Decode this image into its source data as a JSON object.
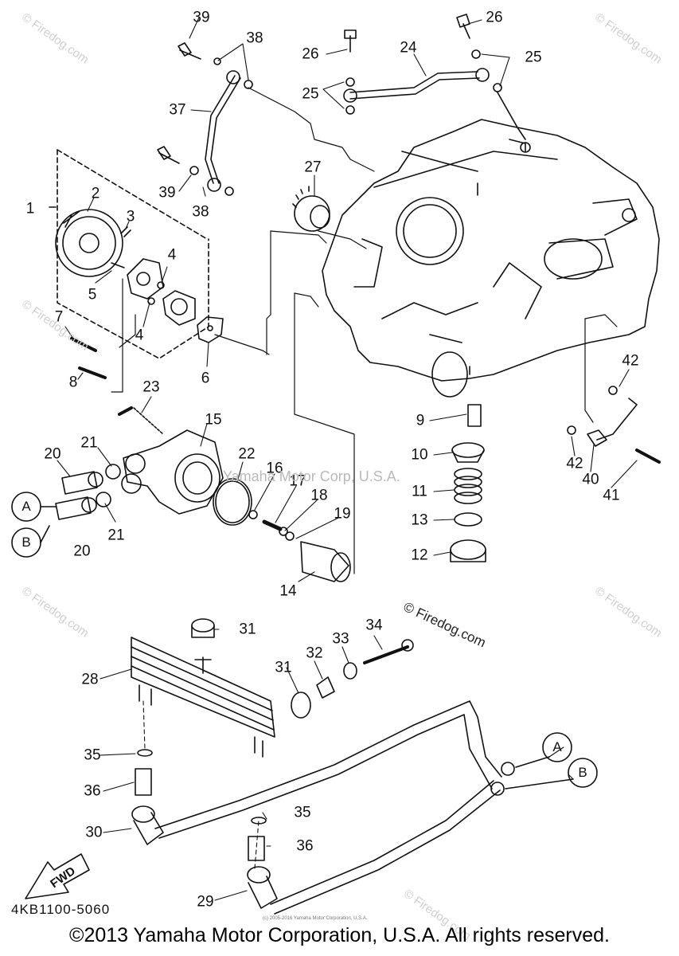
{
  "callouts": {
    "n1": "1",
    "n2": "2",
    "n3": "3",
    "n4a": "4",
    "n4b": "4",
    "n5": "5",
    "n6": "6",
    "n7": "7",
    "n8": "8",
    "n9": "9",
    "n10": "10",
    "n11": "11",
    "n12": "12",
    "n13": "13",
    "n14": "14",
    "n15": "15",
    "n16": "16",
    "n17": "17",
    "n18": "18",
    "n19": "19",
    "n20a": "20",
    "n20b": "20",
    "n21a": "21",
    "n21b": "21",
    "n22": "22",
    "n23": "23",
    "n24": "24",
    "n25a": "25",
    "n25b": "25",
    "n26a": "26",
    "n26b": "26",
    "n27": "27",
    "n28": "28",
    "n29": "29",
    "n30": "30",
    "n31a": "31",
    "n31b": "31",
    "n32": "32",
    "n33": "33",
    "n34": "34",
    "n35a": "35",
    "n35b": "35",
    "n36a": "36",
    "n36b": "36",
    "n37": "37",
    "n38a": "38",
    "n38b": "38",
    "n39a": "39",
    "n39b": "39",
    "n40": "40",
    "n41": "41",
    "n42a": "42",
    "n42b": "42"
  },
  "connectors": {
    "a1": "A",
    "b1": "B",
    "a2": "A",
    "b2": "B"
  },
  "watermarks": {
    "center": "Yamaha Motor Corp, U.S.A.",
    "firedog_mark": "© Firedog.com",
    "repeat": "© Firedog.com"
  },
  "fwd_label": "FWD",
  "diagram_code": "4KB1100-5060",
  "tiny_notice": "(c) 2005-2016 Yamaha Motor Corporation, U.S.A.",
  "copyright": "©2013 Yamaha Motor Corporation, U.S.A. All rights reserved."
}
